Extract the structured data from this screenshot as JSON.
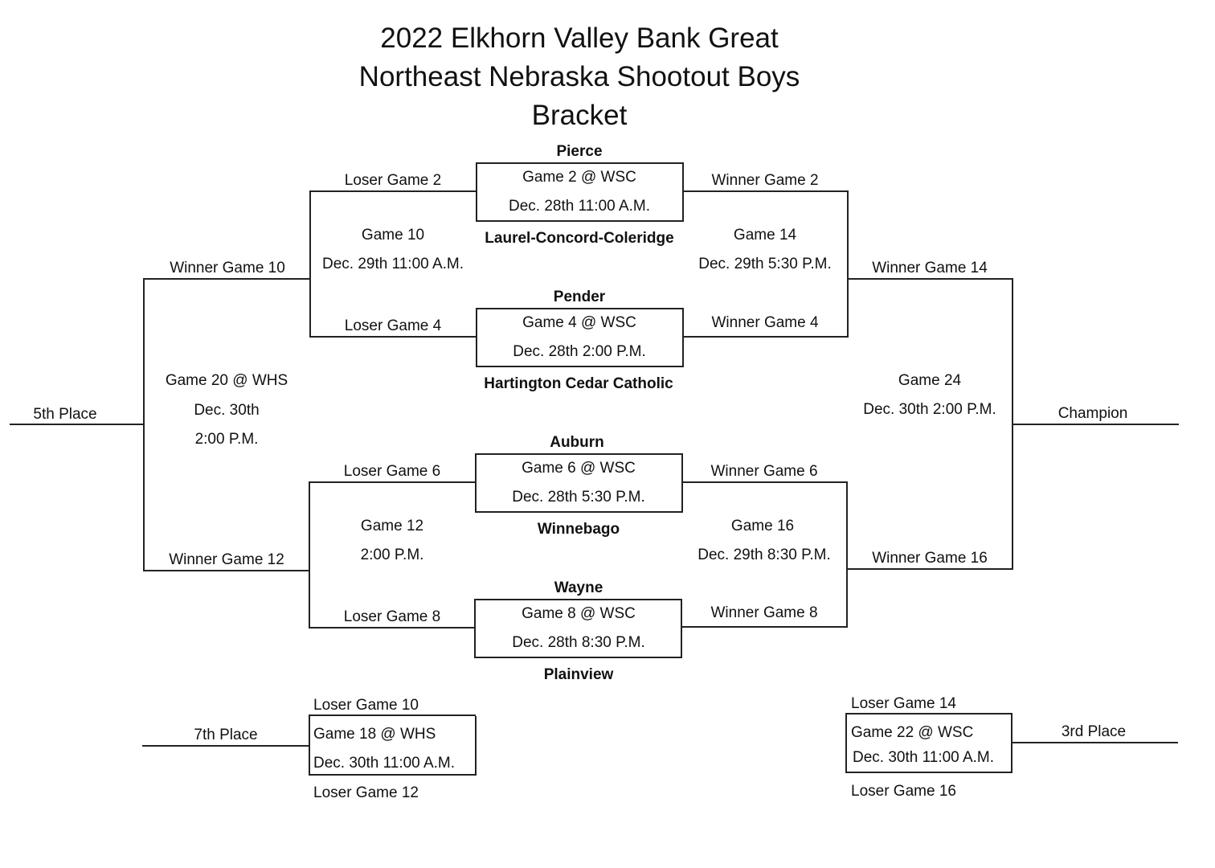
{
  "title": {
    "line1": "2022 Elkhorn Valley Bank Great",
    "line2": "Northeast Nebraska Shootout Boys",
    "line3": "Bracket"
  },
  "teams": {
    "pierce": "Pierce",
    "laurel": "Laurel-Concord-Coleridge",
    "pender": "Pender",
    "hartington": "Hartington Cedar Catholic",
    "auburn": "Auburn",
    "winnebago": "Winnebago",
    "wayne": "Wayne",
    "plainview": "Plainview"
  },
  "games": {
    "g2": {
      "name": "Game 2 @ WSC",
      "time": "Dec. 28th 11:00 A.M."
    },
    "g4": {
      "name": "Game 4 @ WSC",
      "time": "Dec. 28th 2:00 P.M."
    },
    "g6": {
      "name": "Game 6 @ WSC",
      "time": "Dec. 28th 5:30 P.M."
    },
    "g8": {
      "name": "Game 8 @ WSC",
      "time": "Dec. 28th 8:30 P.M."
    },
    "g10": {
      "name": "Game 10",
      "time": "Dec. 29th  11:00 A.M."
    },
    "g12": {
      "name": "Game 12",
      "time": "2:00 P.M."
    },
    "g14": {
      "name": "Game 14",
      "time": "Dec. 29th 5:30 P.M."
    },
    "g16": {
      "name": "Game 16",
      "time": "Dec. 29th 8:30 P.M."
    },
    "g18": {
      "name": "Game 18 @ WHS",
      "time": "Dec. 30th 11:00 A.M."
    },
    "g20": {
      "name": "Game 20 @ WHS",
      "date": "Dec. 30th",
      "time": "2:00 P.M."
    },
    "g22": {
      "name": "Game 22 @ WSC",
      "time": "Dec. 30th 11:00 A.M."
    },
    "g24": {
      "name": "Game 24",
      "time": "Dec. 30th 2:00 P.M."
    }
  },
  "slots": {
    "loser_g2": "Loser Game 2",
    "loser_g4": "Loser Game 4",
    "loser_g6": "Loser Game 6",
    "loser_g8": "Loser Game 8",
    "winner_g2": "Winner Game 2",
    "winner_g4": "Winner Game 4",
    "winner_g6": "Winner  Game 6",
    "winner_g8": "Winner Game 8",
    "winner_g10": "Winner Game 10",
    "winner_g12": "Winner Game 12",
    "winner_g14": "Winner Game 14",
    "winner_g16": "Winner Game 16",
    "loser_g10": "Loser Game 10",
    "loser_g12": "Loser Game 12",
    "loser_g14": "Loser Game 14",
    "loser_g16": "Loser Game 16"
  },
  "places": {
    "fifth": "5th Place",
    "champion": "Champion",
    "seventh": "7th Place",
    "third": "3rd Place"
  }
}
